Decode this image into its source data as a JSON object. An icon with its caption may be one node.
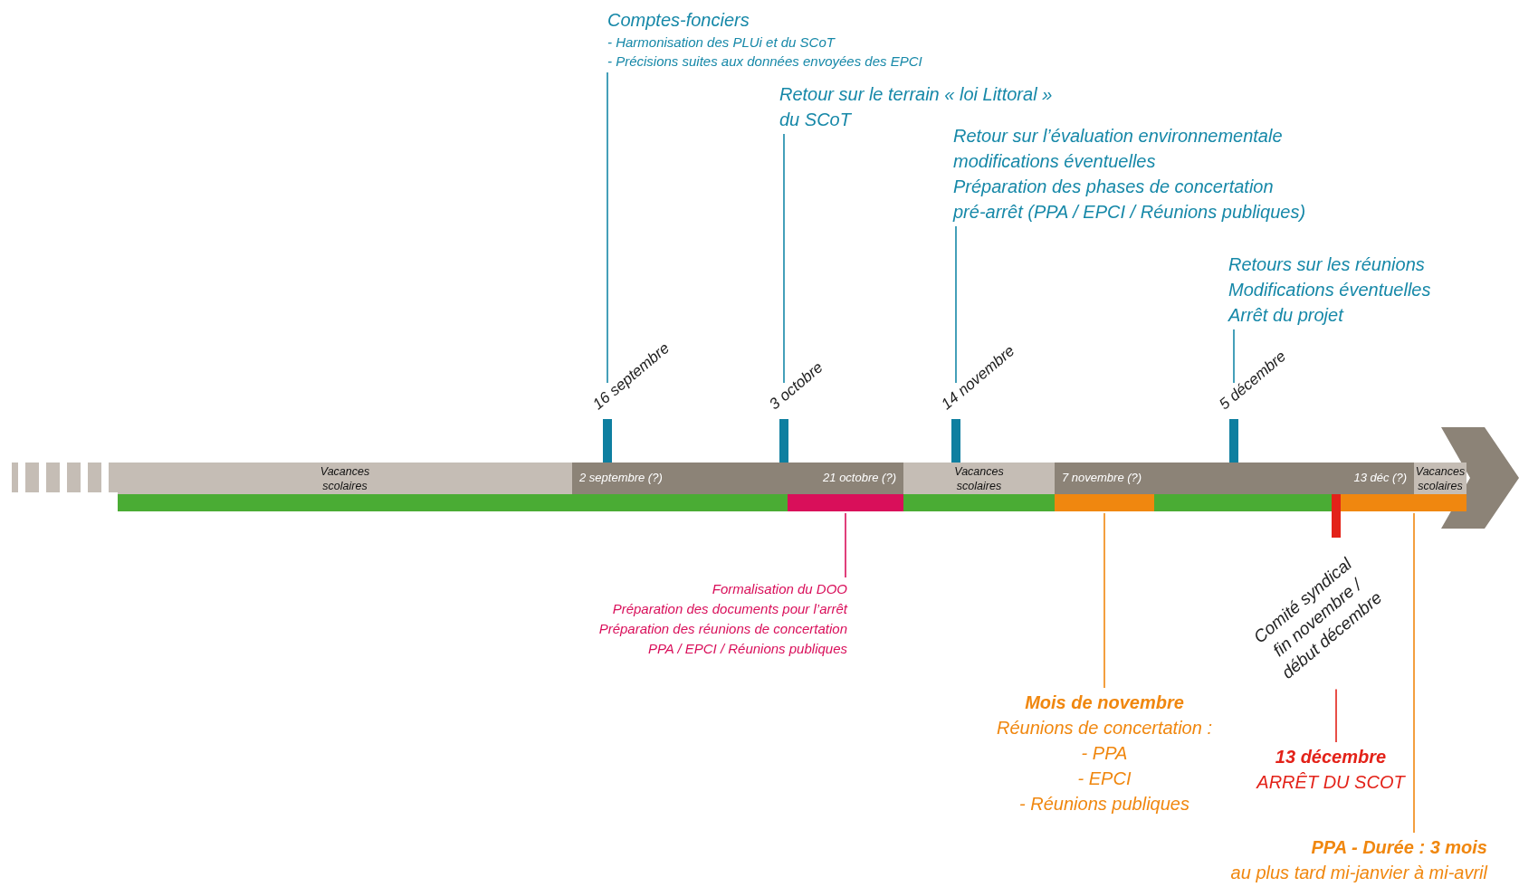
{
  "diagram": {
    "nodes": [
      {
        "text": [
          "Comptes-fonciers",
          "- Harmonisation des PLUi et du SCoT",
          "- Précisions suites aux données envoyées des EPCI"
        ]
      },
      {
        "text": [],
        "shape": "bar",
        "beside": [
          "16 septembre"
        ]
      },
      {
        "text": [
          "Retour sur le terrain « loi Littoral » du SCoT"
        ]
      },
      {
        "text": [],
        "shape": "bar",
        "beside": [
          "3 octobre"
        ]
      },
      {
        "text": [
          "Retour sur l’évaluation environnementale",
          "modifications éventuelles",
          "Préparation des phases de concertation",
          "pré-arrêt (PPA / EPCI / Réunions publiques)"
        ]
      },
      {
        "text": [],
        "shape": "bar",
        "beside": [
          "14 novembre"
        ]
      },
      {
        "text": [
          "Retours sur les réunions",
          "Modifications éventuelles",
          "Arrêt du projet"
        ]
      },
      {
        "text": [],
        "shape": "bar",
        "beside": [
          "5 décembre"
        ]
      },
      {
        "text": [
          "Vacances scolaires"
        ]
      },
      {
        "text": [
          "2 septembre (?)",
          "21 octobre (?)"
        ]
      },
      {
        "text": [
          "Vacances scolaires"
        ]
      },
      {
        "text": [
          "7 novembre (?)",
          "13 déc (?)"
        ]
      },
      {
        "text": [
          "Vacances scolaires"
        ]
      },
      {
        "text": [],
        "shape": "bar"
      },
      {
        "text": [],
        "shape": "bar"
      },
      {
        "text": [],
        "shape": "bar"
      },
      {
        "text": [],
        "shape": "bar"
      },
      {
        "text": [
          "Formalisation du DOO",
          "Préparation des documents pour l’arrêt",
          "Préparation des réunions de concertation",
          "PPA / EPCI / Réunions publiques"
        ]
      },
      {
        "text": [
          "Mois de novembre",
          "Réunions de concertation :",
          "- PPA",
          "- EPCI",
          "- Réunions publiques"
        ]
      },
      {
        "text": [
          "Comité syndical fin novembre / début décembre"
        ]
      },
      {
        "text": [
          "13 décembre",
          "ARRÊT DU SCOT"
        ]
      },
      {
        "text": [
          "PPA - Durée : 3 mois",
          "au plus tard mi-janvier à mi-avril"
        ]
      }
    ],
    "edges": [
      {
        "from": 0,
        "to": 1,
        "arrow": "none"
      },
      {
        "from": 2,
        "to": 3,
        "arrow": "none"
      },
      {
        "from": 4,
        "to": 5,
        "arrow": "none"
      },
      {
        "from": 6,
        "to": 7,
        "arrow": "none"
      },
      {
        "from": 13,
        "to": 17,
        "arrow": "none",
        "color": "#d90f5a"
      },
      {
        "from": 14,
        "to": 18,
        "arrow": "none",
        "color": "#f0870f"
      },
      {
        "from": 19,
        "to": 20,
        "arrow": "none",
        "color": "#e32219"
      },
      {
        "from": 16,
        "to": 21,
        "arrow": "none",
        "color": "#f0870f"
      }
    ]
  }
}
